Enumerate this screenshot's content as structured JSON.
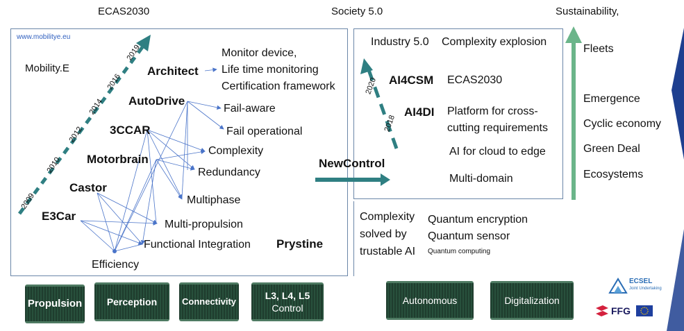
{
  "headers": {
    "left": "ECAS2030",
    "center": "Society 5.0",
    "right": "Sustainability,"
  },
  "website": "www.mobilitye.eu",
  "mobility_label": "Mobility.E",
  "years_left": [
    "2019",
    "2016",
    "2014",
    "2012",
    "2010",
    "2009"
  ],
  "projects_left": [
    "Architect",
    "AutoDrive",
    "3CCAR",
    "Motorbrain",
    "Castor",
    "E3Car"
  ],
  "architect_lines": [
    "Monitor device,",
    "Life time monitoring",
    "Certification framework"
  ],
  "features": [
    "Fail-aware",
    "Fail operational",
    "Complexity",
    "Redundancy",
    "Multiphase",
    "Multi-propulsion",
    "Functional Integration",
    "Efficiency"
  ],
  "prystine": "Prystine",
  "newcontrol": "NewControl",
  "right_box": {
    "top_line": "Industry 5.0",
    "top_line2": "Complexity explosion",
    "years": [
      "2020",
      "2018"
    ],
    "ai4csm": "AI4CSM",
    "ai4csm_desc": "ECAS2030",
    "ai4di": "AI4DI",
    "ai4di_desc": [
      "Platform for cross-",
      "cutting requirements"
    ],
    "ai_cloud": "AI for cloud to edge",
    "multi_domain": "Multi-domain"
  },
  "complexity_solved": [
    "Complexity",
    "solved by",
    "trustable AI"
  ],
  "quantum": [
    "Quantum encryption",
    "Quantum sensor",
    "Quantum computing"
  ],
  "sustain_items": [
    "Fleets",
    "Emergence",
    "Cyclic economy",
    "Green Deal",
    "Ecosystems"
  ],
  "chips_left": [
    {
      "line1": "Propulsion",
      "line2": ""
    },
    {
      "line1": "Perception",
      "line2": ""
    },
    {
      "line1": "Connectivity",
      "line2": ""
    },
    {
      "line1": "L3,  L4, L5",
      "line2": "Control"
    }
  ],
  "chips_right": [
    {
      "line1": "Autonomous"
    },
    {
      "line1": "Digitalization"
    }
  ],
  "logos": {
    "ecsel": "ECSEL",
    "ecsel_sub": "Joint Undertaking",
    "ffg": "FFG"
  },
  "colors": {
    "accent_teal": "#2f7f82",
    "arrow_green": "#6bb58a",
    "line_blue": "#4a74c9",
    "chip_green": "#23493a",
    "corner_navy": "#1e3f8f"
  }
}
